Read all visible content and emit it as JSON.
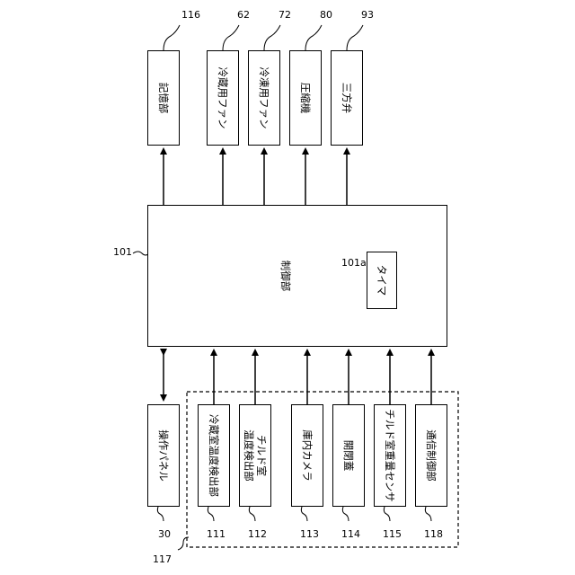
{
  "controller": {
    "ref": "101",
    "label": "制御部"
  },
  "timer": {
    "ref": "101a",
    "label": "タイマ"
  },
  "outputs": [
    {
      "ref": "116",
      "label": "記憶部"
    },
    {
      "ref": "62",
      "label": "冷蔵用ファン"
    },
    {
      "ref": "72",
      "label": "冷凍用ファン"
    },
    {
      "ref": "80",
      "label": "圧縮機"
    },
    {
      "ref": "93",
      "label": "三方弁"
    }
  ],
  "operation_panel": {
    "ref": "30",
    "label": "操作パネル"
  },
  "sensor_group": {
    "ref": "117"
  },
  "inputs": [
    {
      "ref": "111",
      "label": "冷蔵室温度検出部"
    },
    {
      "ref": "112",
      "label": "チルド室\n温度検出部"
    },
    {
      "ref": "113",
      "label": "庫内カメラ"
    },
    {
      "ref": "114",
      "label": "開閉蓋"
    },
    {
      "ref": "115",
      "label": "チルド室重量センサ"
    },
    {
      "ref": "118",
      "label": "通信制御部"
    }
  ]
}
